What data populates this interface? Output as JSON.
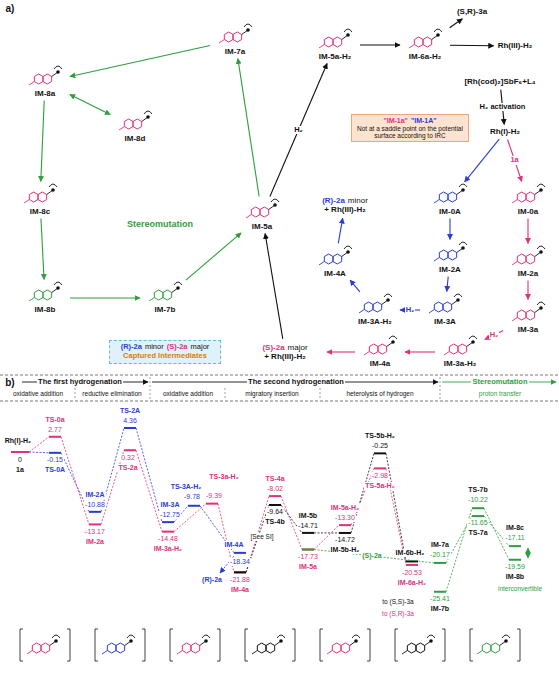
{
  "diagram": {
    "nodes": [
      {
        "text": [
          "IM-7a"
        ]
      },
      {
        "text": [
          "IM-8a"
        ]
      },
      {
        "text": [
          "IM-8d"
        ]
      },
      {
        "text": [
          "IM-8c"
        ]
      },
      {
        "text": [
          "IM-8b"
        ]
      },
      {
        "text": [
          "IM-7b"
        ]
      },
      {
        "text": [
          "IM-5a"
        ]
      },
      {
        "text": [
          "IM-5a-H₂"
        ]
      },
      {
        "text": [
          "IM-6a-H₂"
        ]
      },
      {
        "text": [
          "(S,R)-3a"
        ]
      },
      {
        "text": [
          "Rh(III)-H₂"
        ]
      },
      {
        "text": [
          "[Rh(cod)₂]SbF₆+L₄"
        ]
      },
      {
        "text": [
          "Rh(I)-H₂"
        ]
      },
      {
        "text": [
          "IM-0A"
        ]
      },
      {
        "text": [
          "IM-0a"
        ]
      },
      {
        "text": [
          "IM-2A"
        ]
      },
      {
        "text": [
          "IM-2a"
        ]
      },
      {
        "text": [
          "IM-3A"
        ]
      },
      {
        "text": [
          "IM-3a"
        ]
      },
      {
        "text": [
          "IM-3A-H₂"
        ]
      },
      {
        "text": [
          "IM-3a-H₂"
        ]
      },
      {
        "text": [
          "IM-4A"
        ]
      },
      {
        "text": [
          "IM-4a"
        ]
      },
      {
        "text": [
          "(R)-2a",
          "minor",
          "+ Rh(III)-H₂"
        ]
      },
      {
        "text": [
          "(S)-2a",
          "major",
          "+ Rh(III)-H₂"
        ]
      },
      {
        "text": [
          "\"IM-1a\"",
          "\"IM-1A\"",
          "Not at a saddle point on the potential surface according to IRC"
        ]
      },
      {
        "text": [
          "(R)-2a",
          "minor",
          "(S)-2a",
          "major",
          "Captured Intermediates"
        ]
      }
    ],
    "edges": [
      {
        "from": 6,
        "to": 0,
        "arrow": "to"
      },
      {
        "from": 0,
        "to": 1,
        "arrow": "to"
      },
      {
        "from": 1,
        "to": 2,
        "arrow": "both"
      },
      {
        "from": 1,
        "to": 3,
        "arrow": "to"
      },
      {
        "from": 3,
        "to": 4,
        "arrow": "to"
      },
      {
        "from": 4,
        "to": 5,
        "arrow": "to"
      },
      {
        "from": 5,
        "to": 6,
        "arrow": "to"
      },
      {
        "from": 6,
        "to": 7,
        "label": "H₂",
        "arrow": "to"
      },
      {
        "from": 7,
        "to": 8,
        "arrow": "to"
      },
      {
        "from": 8,
        "to": 9,
        "arrow": "to"
      },
      {
        "from": 8,
        "to": 10,
        "arrow": "to"
      },
      {
        "from": 11,
        "to": 12,
        "label": "H₂ activation",
        "arrow": "to"
      },
      {
        "from": 12,
        "to": 13,
        "arrow": "to"
      },
      {
        "from": 12,
        "to": 14,
        "label": "1a",
        "arrow": "to"
      },
      {
        "from": 13,
        "to": 15,
        "arrow": "to"
      },
      {
        "from": 14,
        "to": 16,
        "arrow": "to"
      },
      {
        "from": 15,
        "to": 17,
        "arrow": "to"
      },
      {
        "from": 16,
        "to": 18,
        "arrow": "to"
      },
      {
        "from": 17,
        "to": 19,
        "label": "H₂",
        "arrow": "to"
      },
      {
        "from": 18,
        "to": 20,
        "label": "H₂",
        "arrow": "to"
      },
      {
        "from": 19,
        "to": 21,
        "arrow": "to"
      },
      {
        "from": 20,
        "to": 22,
        "arrow": "to"
      },
      {
        "from": 21,
        "to": 23,
        "arrow": "to"
      },
      {
        "from": 22,
        "to": 24,
        "arrow": "to"
      },
      {
        "from": 24,
        "to": 6,
        "arrow": "to"
      }
    ],
    "labels": [
      "a)",
      "Stereomutation",
      "b)",
      "The first hydrogenation",
      "The second hydrogenation",
      "Stereomutation",
      "oxidative addition",
      "reductive elimination",
      "oxidative addition",
      "migratory insertion",
      "heterolysis of hydrogen",
      "proton transfer",
      "Rh(I)-H₂",
      "1a",
      "0",
      "2.77",
      "-0.15",
      "TS-0a",
      "TS-0A",
      "-10.88",
      "-13.17",
      "IM-2A",
      "IM-2a",
      "4.36",
      "0.32",
      "TS-2A",
      "TS-2a",
      "-12.75",
      "-14.48",
      "IM-3A",
      "IM-3a-H₂",
      "-9.78",
      "-9.39",
      "TS-3A-H₂",
      "TS-3a-H₂",
      "-18.34",
      "-21.88",
      "IM-4A",
      "IM-4a",
      "-8.02",
      "-9.64",
      "TS-4a",
      "TS-4b",
      "[See SI]",
      "-14.71",
      "-17.73",
      "IM-5b",
      "IM-5a",
      "-13.30",
      "-14.72",
      "IM-5a-H₂",
      "IM-5b-H₂",
      "-0.25",
      "-2.98",
      "TS-5b-H₂",
      "TS-5a-H₂",
      "-20.53",
      "IM-6a-H₂",
      "IM-6b-H₂",
      "to (S,S)-3a",
      "to (S,R)-3a",
      "(S)-2a",
      "-20.17",
      "-25.41",
      "IM-7a",
      "IM-7b",
      "-10.22",
      "-11.65",
      "TS-7b",
      "TS-7a",
      "-17.11",
      "-19.59",
      "IM-8c",
      "IM-8b",
      "interconvertible",
      "(R)-2a"
    ]
  }
}
